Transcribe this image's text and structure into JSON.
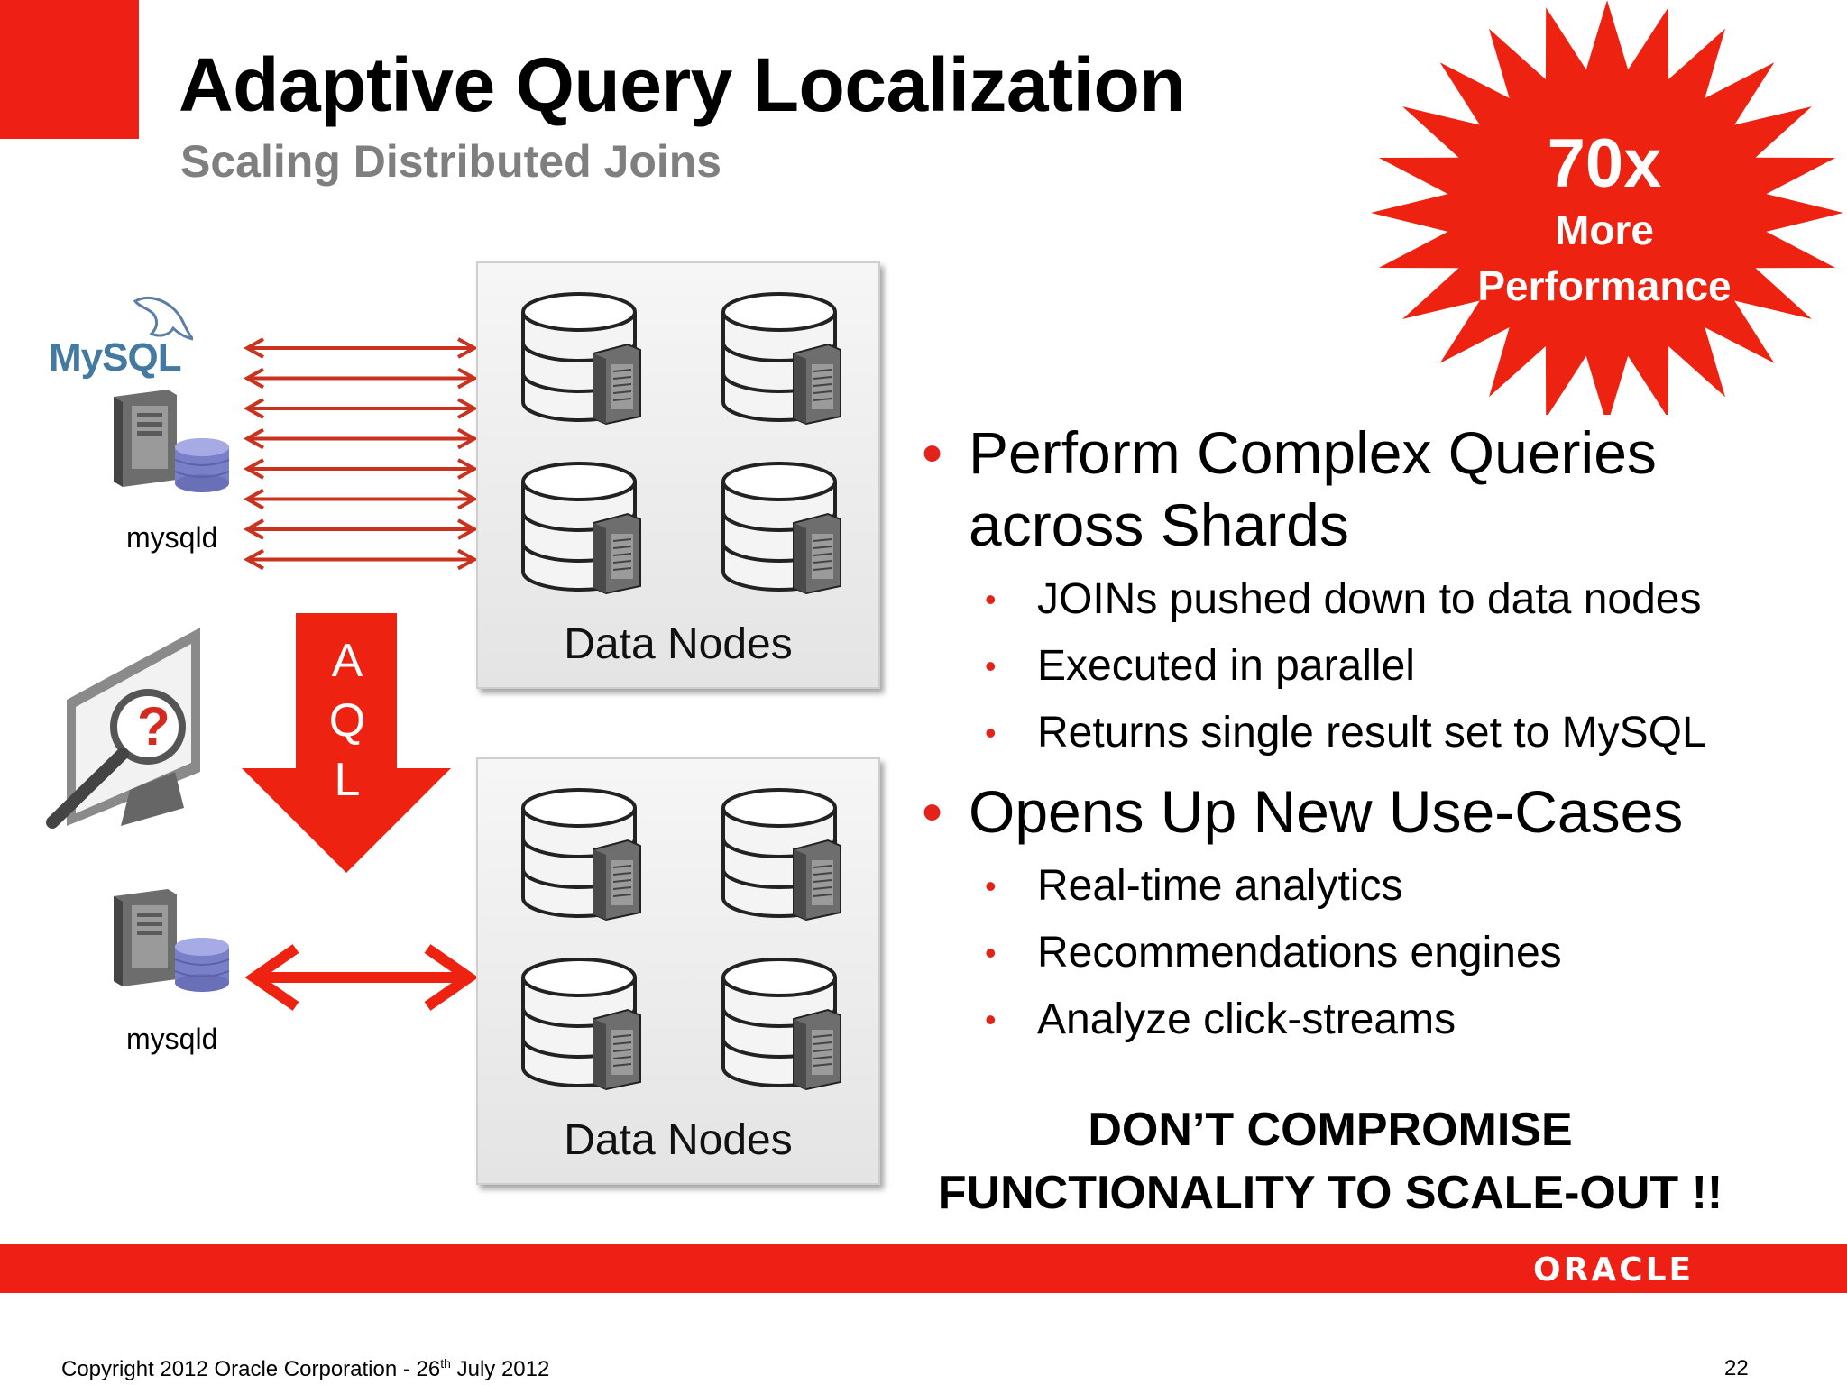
{
  "slide": {
    "title": "Adaptive Query Localization",
    "subtitle": "Scaling Distributed Joins",
    "starburst": {
      "big": "70x",
      "line1": "More",
      "line2": "Performance",
      "color": "#ee2211"
    },
    "diagram": {
      "mysql_logo": "MySQL",
      "mysqld_top": "mysqld",
      "mysqld_bottom": "mysqld",
      "aql_letters": [
        "A",
        "Q",
        "L"
      ],
      "data_nodes_top": "Data Nodes",
      "data_nodes_bottom": "Data Nodes"
    },
    "bullets": [
      {
        "text_line1": "Perform Complex Queries",
        "text_line2": "across Shards",
        "sub": [
          "JOINs pushed down to data nodes",
          "Executed in parallel",
          "Returns single result set to MySQL"
        ]
      },
      {
        "text_line1": "Opens Up New Use-Cases",
        "sub": [
          "Real-time analytics",
          "Recommendations engines",
          "Analyze click-streams"
        ]
      }
    ],
    "tagline_line1": "DON’T COMPROMISE",
    "tagline_line2": "FUNCTIONALITY TO SCALE-OUT !!",
    "footer": {
      "copyright_prefix": "Copyright 2012 Oracle Corporation   - 26",
      "copyright_sup": "th",
      "copyright_suffix": " July 2012",
      "page_number": "22",
      "logo": "ORACLE"
    },
    "colors": {
      "accent_red": "#ee1f14",
      "subtitle_gray": "#7f7f7f",
      "arrow_red": "#cc2200"
    }
  }
}
